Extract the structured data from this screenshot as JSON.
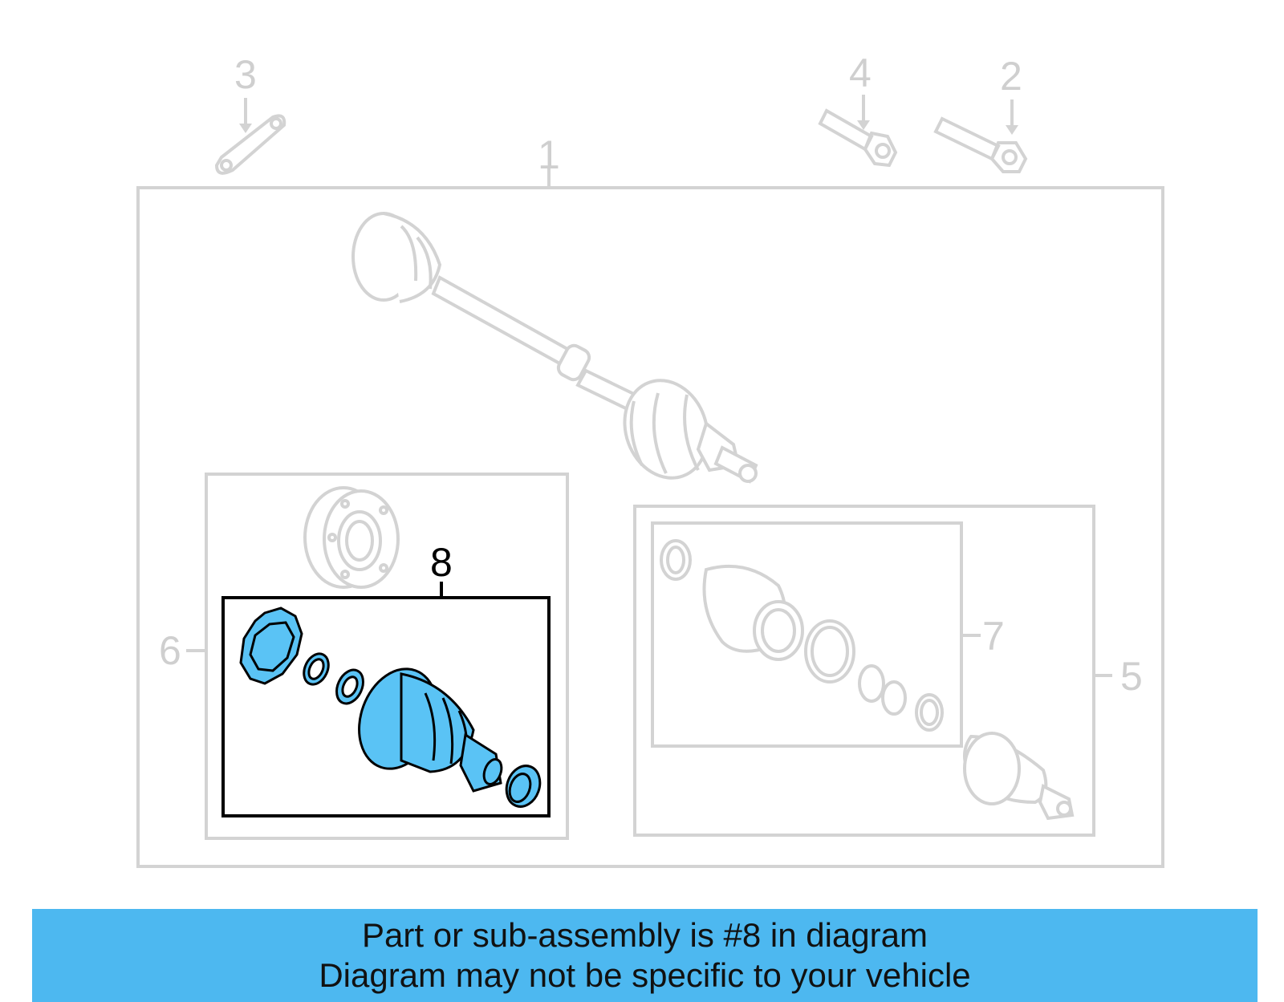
{
  "callouts": {
    "c1": "1",
    "c2": "2",
    "c3": "3",
    "c4": "4",
    "c5": "5",
    "c6": "6",
    "c7": "7",
    "c8": "8"
  },
  "banner": {
    "line1": "Part or sub-assembly is #8 in diagram",
    "line2": "Diagram may not be specific to your vehicle"
  },
  "colors": {
    "highlight": "#5ac3f5",
    "banner": "#4db8f0",
    "ghost_line": "#d3d3d3",
    "active_line": "#000000"
  },
  "icons": {
    "drive_shaft": "drive-shaft-icon",
    "bolt": "bolt-icon",
    "bracket": "bracket-icon",
    "cv_joint": "cv-joint-icon"
  }
}
